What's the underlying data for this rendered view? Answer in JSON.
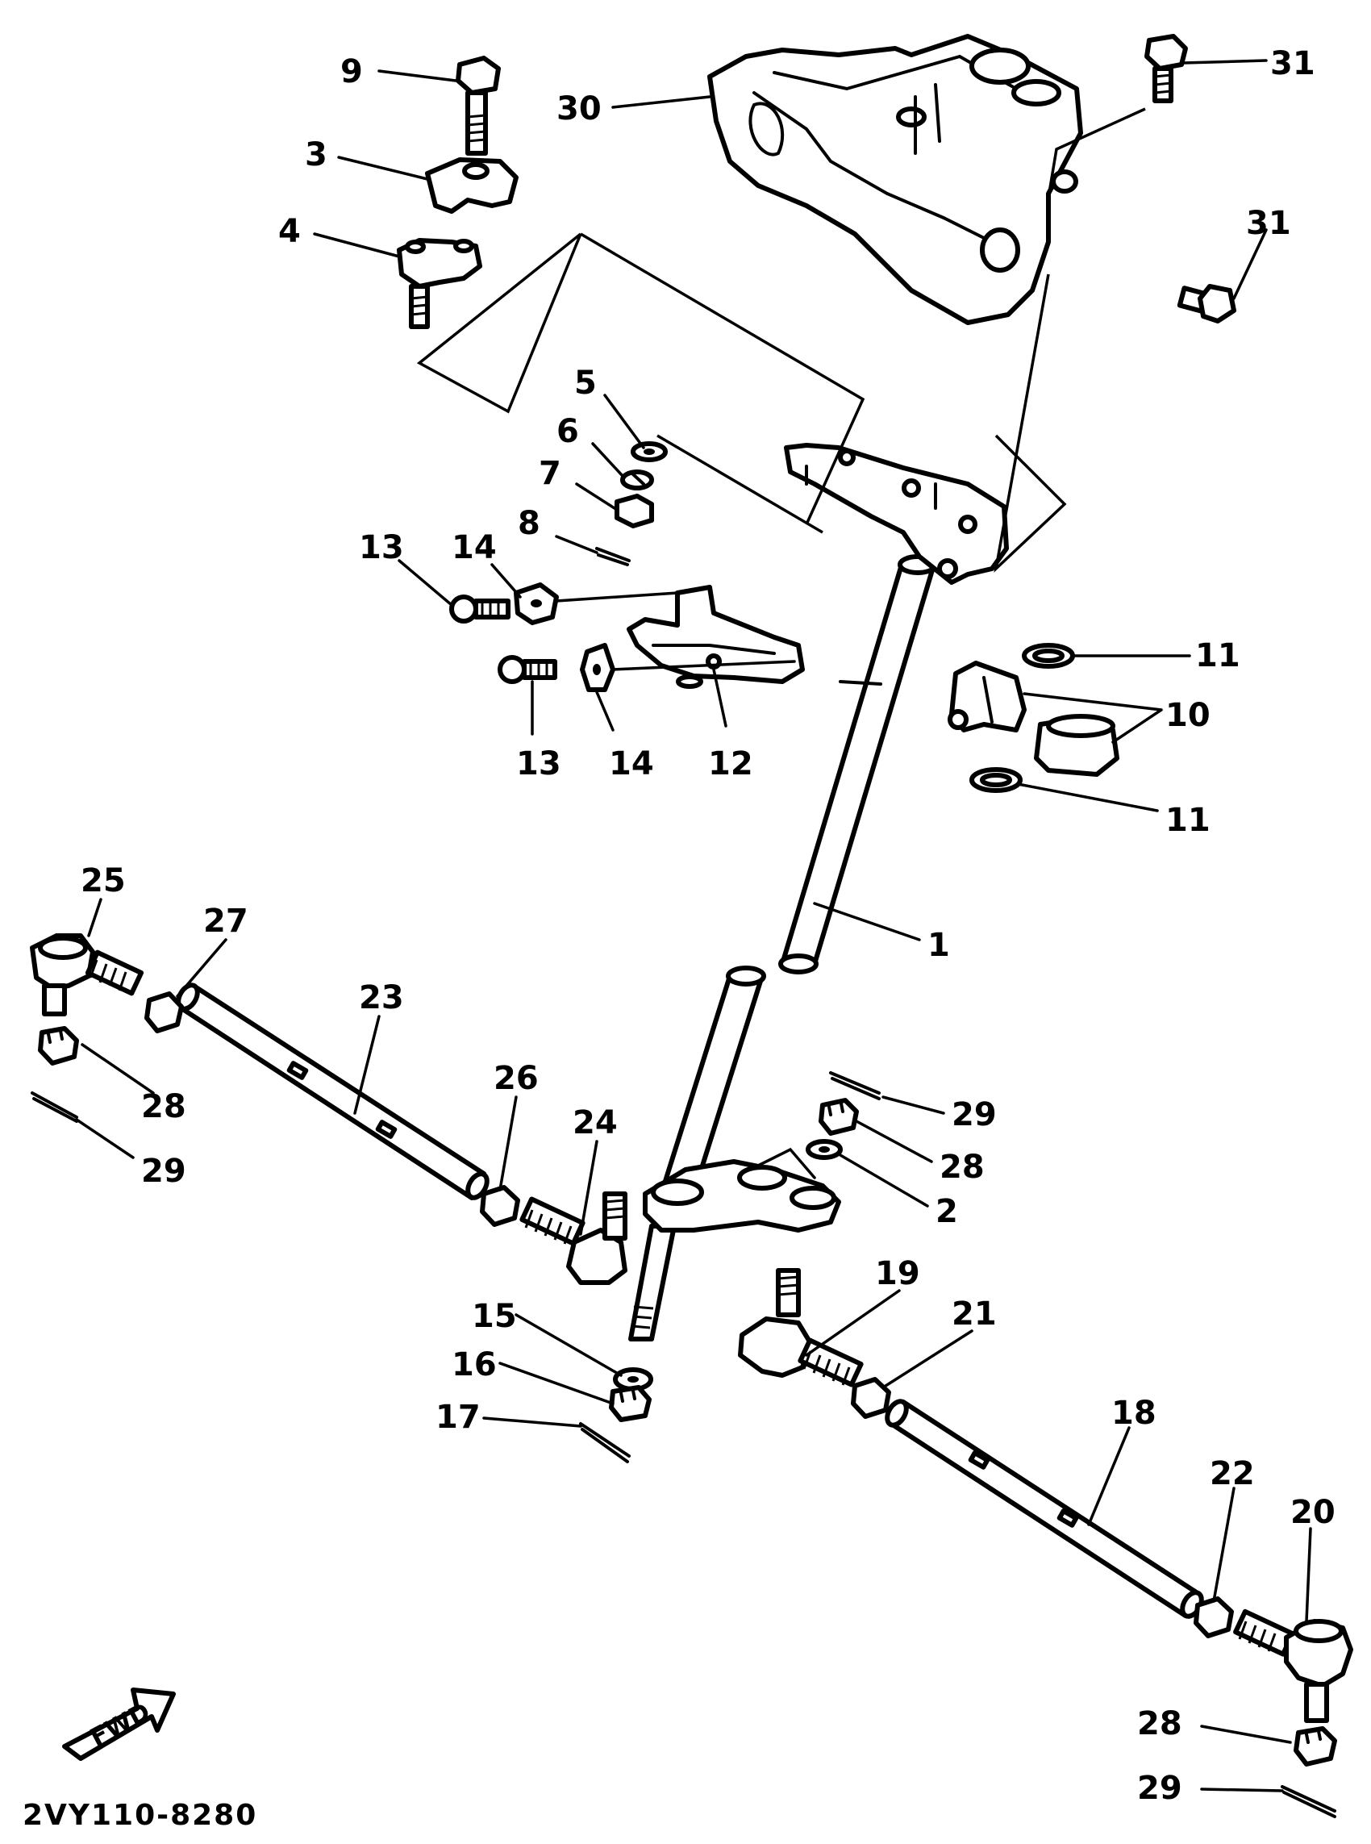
{
  "diagram": {
    "code": "2VY110-8280",
    "fwd_label": "FWD",
    "callouts": {
      "c1": "1",
      "c2": "2",
      "c3": "3",
      "c4": "4",
      "c5": "5",
      "c6": "6",
      "c7": "7",
      "c8": "8",
      "c9": "9",
      "c10": "10",
      "c11a": "11",
      "c11b": "11",
      "c12": "12",
      "c13a": "13",
      "c13b": "13",
      "c14a": "14",
      "c14b": "14",
      "c15": "15",
      "c16": "16",
      "c17": "17",
      "c18": "18",
      "c19": "19",
      "c20": "20",
      "c21": "21",
      "c22": "22",
      "c23": "23",
      "c24": "24",
      "c25": "25",
      "c26": "26",
      "c27": "27",
      "c28a": "28",
      "c28b": "28",
      "c28c": "28",
      "c29a": "29",
      "c29b": "29",
      "c29c": "29",
      "c30": "30",
      "c31a": "31",
      "c31b": "31"
    }
  }
}
